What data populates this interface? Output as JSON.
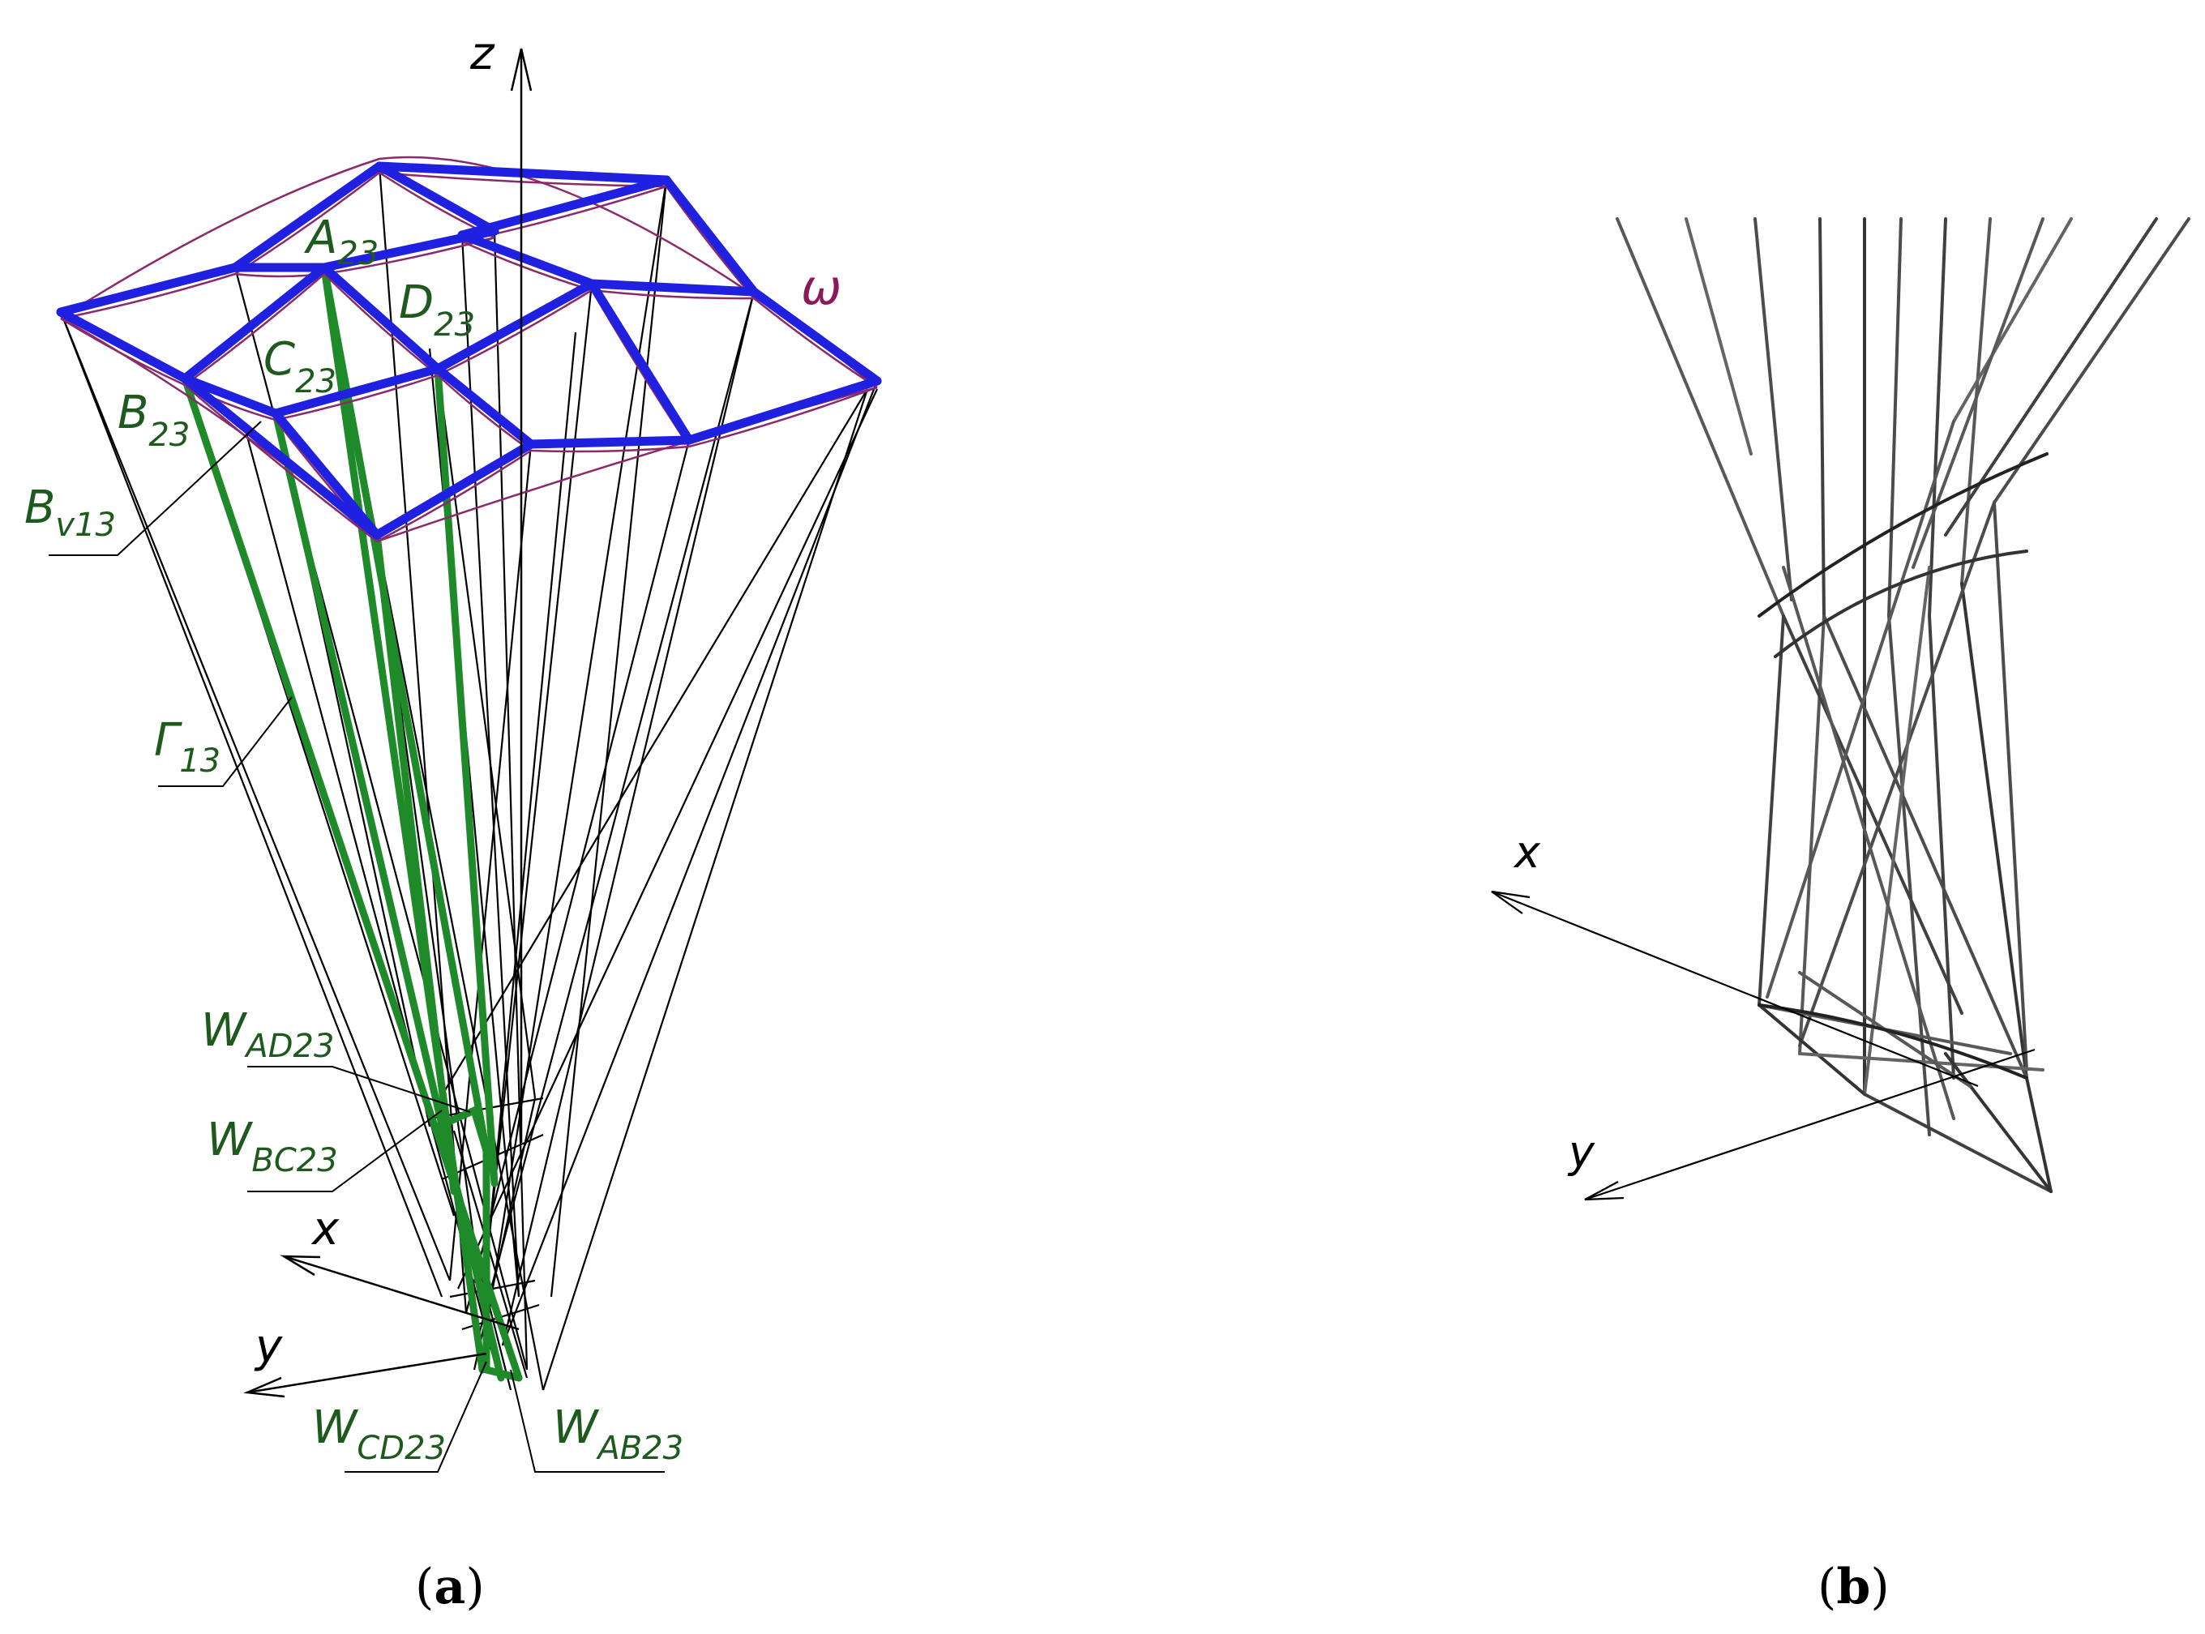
{
  "colors": {
    "frame": "#2020e0",
    "surface": "#8a2a6a",
    "generator": "#1e8a2a",
    "line": "#000000",
    "label_green": "#1e5a1e",
    "omega": "#8a1a5a"
  },
  "panel_a": {
    "caption_open": "(",
    "caption_letter": "a",
    "caption_close": ")",
    "axes": {
      "z": "z",
      "x": "x",
      "y": "y"
    },
    "omega": "ω",
    "points": [
      {
        "id": "A",
        "base": "A",
        "sub": "23"
      },
      {
        "id": "D",
        "base": "D",
        "sub": "23"
      },
      {
        "id": "C",
        "base": "C",
        "sub": "23"
      },
      {
        "id": "B",
        "base": "B",
        "sub": "23"
      }
    ],
    "leaders": [
      {
        "id": "Bv",
        "base": "B",
        "sub": "v13"
      },
      {
        "id": "G",
        "base": "Γ",
        "sub": "13"
      },
      {
        "id": "WAD",
        "base": "W",
        "sub": "AD23"
      },
      {
        "id": "WBC",
        "base": "W",
        "sub": "BC23"
      },
      {
        "id": "WCD",
        "base": "W",
        "sub": "CD23"
      },
      {
        "id": "WAB",
        "base": "W",
        "sub": "AB23"
      }
    ]
  },
  "panel_b": {
    "caption_open": "(",
    "caption_letter": "b",
    "caption_close": ")",
    "axes": {
      "x": "x",
      "y": "y"
    }
  }
}
